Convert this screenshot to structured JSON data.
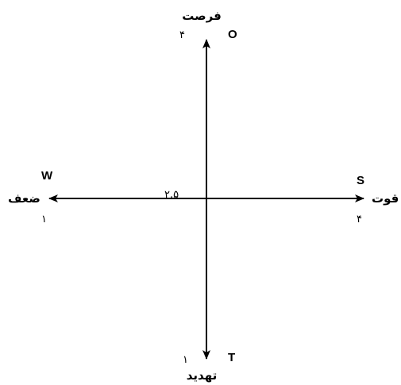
{
  "colors": {
    "axis": "#000000",
    "background": "#ffffff"
  },
  "axes": {
    "top": {
      "label": "فرصت",
      "letter": "O",
      "value": "۴"
    },
    "bottom": {
      "label": "تهدید",
      "letter": "T",
      "value": "۱"
    },
    "left": {
      "label": "ضعف",
      "letter": "W",
      "value": "۱"
    },
    "right": {
      "label": "قوت",
      "letter": "S",
      "value": "۴"
    },
    "center_value": "۲.۵"
  }
}
